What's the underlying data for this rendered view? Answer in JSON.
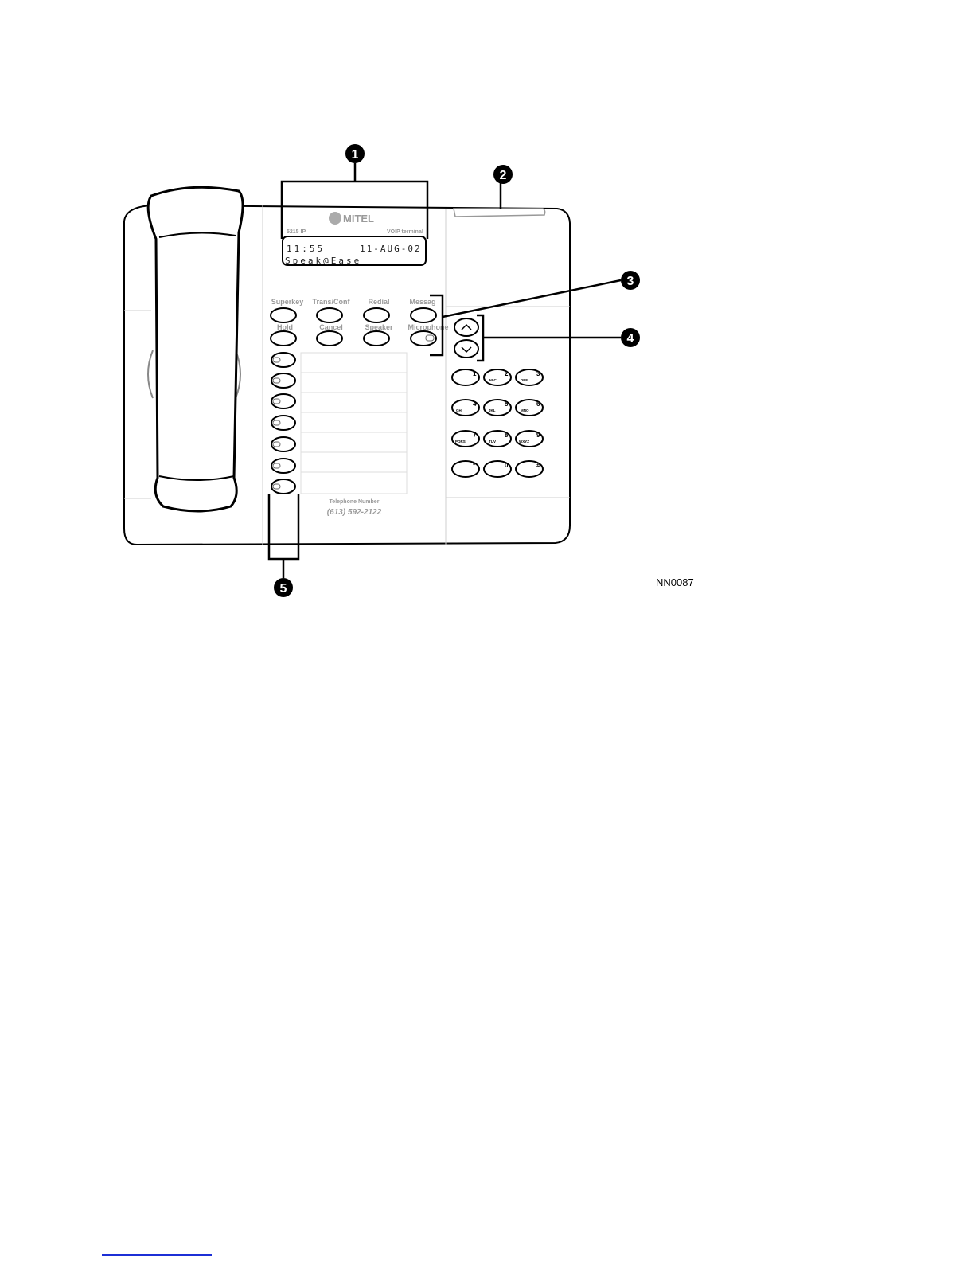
{
  "brand": "MITEL",
  "model": "5215 IP",
  "terminal": "VOIP terminal",
  "display": {
    "time": "11:55",
    "date": "11-AUG-02",
    "message": "Speak@Ease"
  },
  "feature_keys": [
    "Superkey",
    "Trans/Conf",
    "Redial",
    "Messag",
    "Hold",
    "Cancel",
    "Speaker",
    "Microphone"
  ],
  "keypad": [
    {
      "digit": "1",
      "letters": ""
    },
    {
      "digit": "2",
      "letters": "ABC"
    },
    {
      "digit": "3",
      "letters": "DEF"
    },
    {
      "digit": "4",
      "letters": "GHI"
    },
    {
      "digit": "5",
      "letters": "JKL"
    },
    {
      "digit": "6",
      "letters": "MNO"
    },
    {
      "digit": "7",
      "letters": "PQRS"
    },
    {
      "digit": "8",
      "letters": "TUV"
    },
    {
      "digit": "9",
      "letters": "WXYZ"
    },
    {
      "digit": "*",
      "letters": ""
    },
    {
      "digit": "0",
      "letters": ""
    },
    {
      "digit": "#",
      "letters": ""
    }
  ],
  "number_card": {
    "label": "Telephone Number",
    "number": "(613) 592-2122"
  },
  "callouts": [
    "1",
    "2",
    "3",
    "4",
    "5"
  ],
  "figure_id": "NN0087"
}
